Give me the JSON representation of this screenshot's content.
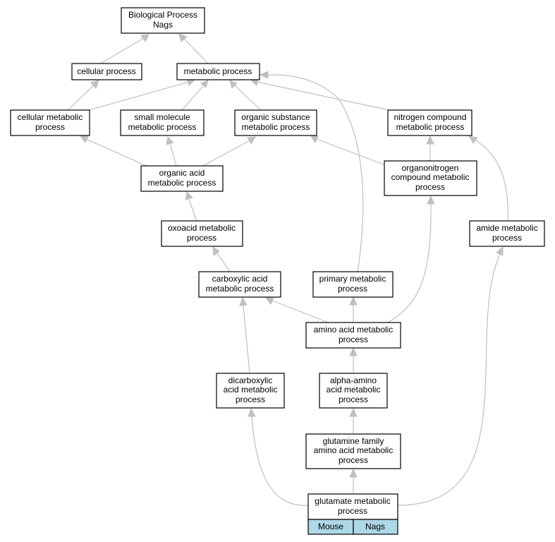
{
  "nodes": {
    "bp": [
      "Biological Process",
      "Nags"
    ],
    "cellular_process": [
      "cellular process"
    ],
    "metabolic_process": [
      "metabolic process"
    ],
    "cellular_metabolic": [
      "cellular metabolic",
      "process"
    ],
    "small_molecule": [
      "small molecule",
      "metabolic process"
    ],
    "organic_substance": [
      "organic substance",
      "metabolic process"
    ],
    "nitrogen_compound": [
      "nitrogen compound",
      "metabolic process"
    ],
    "organic_acid": [
      "organic acid",
      "metabolic process"
    ],
    "organonitrogen": [
      "organonitrogen",
      "compound metabolic",
      "process"
    ],
    "oxoacid": [
      "oxoacid metabolic",
      "process"
    ],
    "amide": [
      "amide metabolic",
      "process"
    ],
    "carboxylic": [
      "carboxylic acid",
      "metabolic process"
    ],
    "primary": [
      "primary metabolic",
      "process"
    ],
    "amino_acid": [
      "amino acid metabolic",
      "process"
    ],
    "dicarboxylic": [
      "dicarboxylic",
      "acid metabolic",
      "process"
    ],
    "alpha_amino": [
      "alpha-amino",
      "acid metabolic",
      "process"
    ],
    "glutamine_family": [
      "glutamine family",
      "amino acid metabolic",
      "process"
    ],
    "glutamate": [
      "glutamate metabolic",
      "process"
    ]
  },
  "legend": {
    "left": "Mouse",
    "right": "Nags"
  },
  "colors": {
    "edge": "#c0c0c0",
    "legend_fill": "#add8e6"
  }
}
